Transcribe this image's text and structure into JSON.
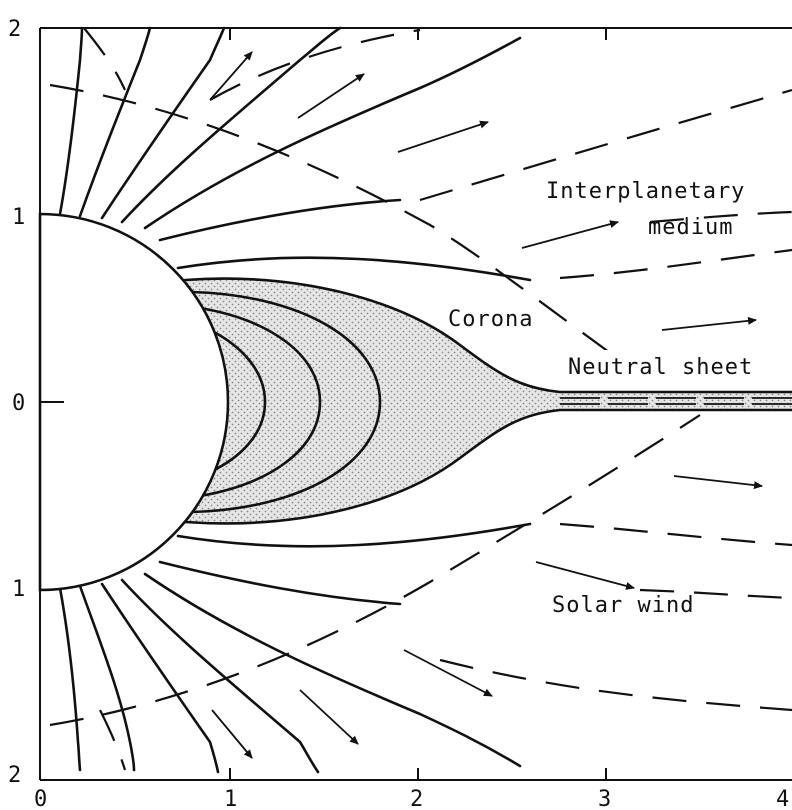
{
  "labels": {
    "interplanetary_1": "Interplanetary",
    "interplanetary_2": "medium",
    "corona": "Corona",
    "neutral_sheet": "Neutral sheet",
    "solar_wind": "Solar wind"
  },
  "axes": {
    "x_ticks": [
      "0",
      "1",
      "2",
      "3",
      "4"
    ],
    "y_ticks": [
      "2",
      "1",
      "0",
      "1",
      "2"
    ]
  },
  "colors": {
    "ink": "#111111",
    "corona_fill": "#d9d9d9",
    "background": "#ffffff"
  }
}
